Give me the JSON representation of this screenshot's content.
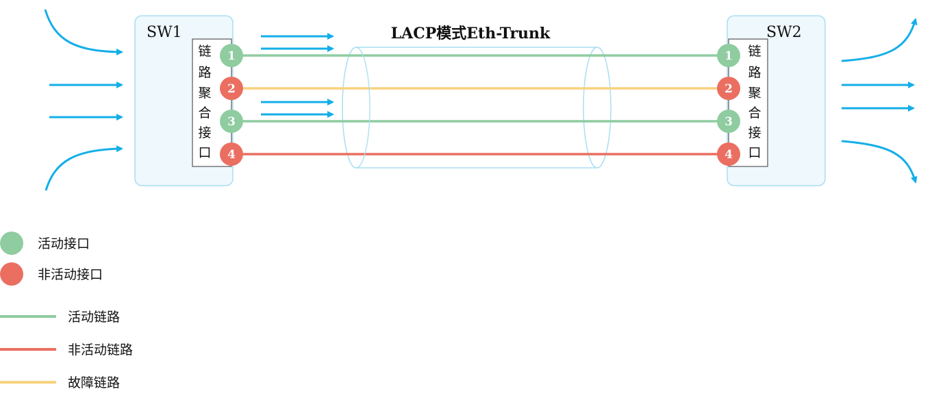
{
  "title": "LACP模式Eth-Trunk",
  "switches": {
    "left": {
      "name": "SW1",
      "agg_label": [
        "链",
        "路",
        "聚",
        "合",
        "接",
        "口"
      ]
    },
    "right": {
      "name": "SW2",
      "agg_label": [
        "链",
        "路",
        "聚",
        "合",
        "接",
        "口"
      ]
    }
  },
  "links": [
    {
      "port": "1",
      "interface_state": "active",
      "link_state": "active"
    },
    {
      "port": "2",
      "interface_state": "inactive",
      "link_state": "fault"
    },
    {
      "port": "3",
      "interface_state": "active",
      "link_state": "active"
    },
    {
      "port": "4",
      "interface_state": "inactive",
      "link_state": "inactive"
    }
  ],
  "legend": {
    "interfaces": [
      {
        "label": "活动接口",
        "state": "active"
      },
      {
        "label": "非活动接口",
        "state": "inactive"
      }
    ],
    "links": [
      {
        "label": "活动链路",
        "state": "active"
      },
      {
        "label": "非活动链路",
        "state": "inactive"
      },
      {
        "label": "故障链路",
        "state": "fault"
      }
    ]
  },
  "colors": {
    "active": "#8fcca0",
    "inactive": "#ea6f61",
    "fault": "#f8d27e",
    "flow_arrow": "#13aee8",
    "switch_fill": "#eef8fd",
    "switch_border": "#a9def2",
    "tube_border": "#a9def2"
  }
}
